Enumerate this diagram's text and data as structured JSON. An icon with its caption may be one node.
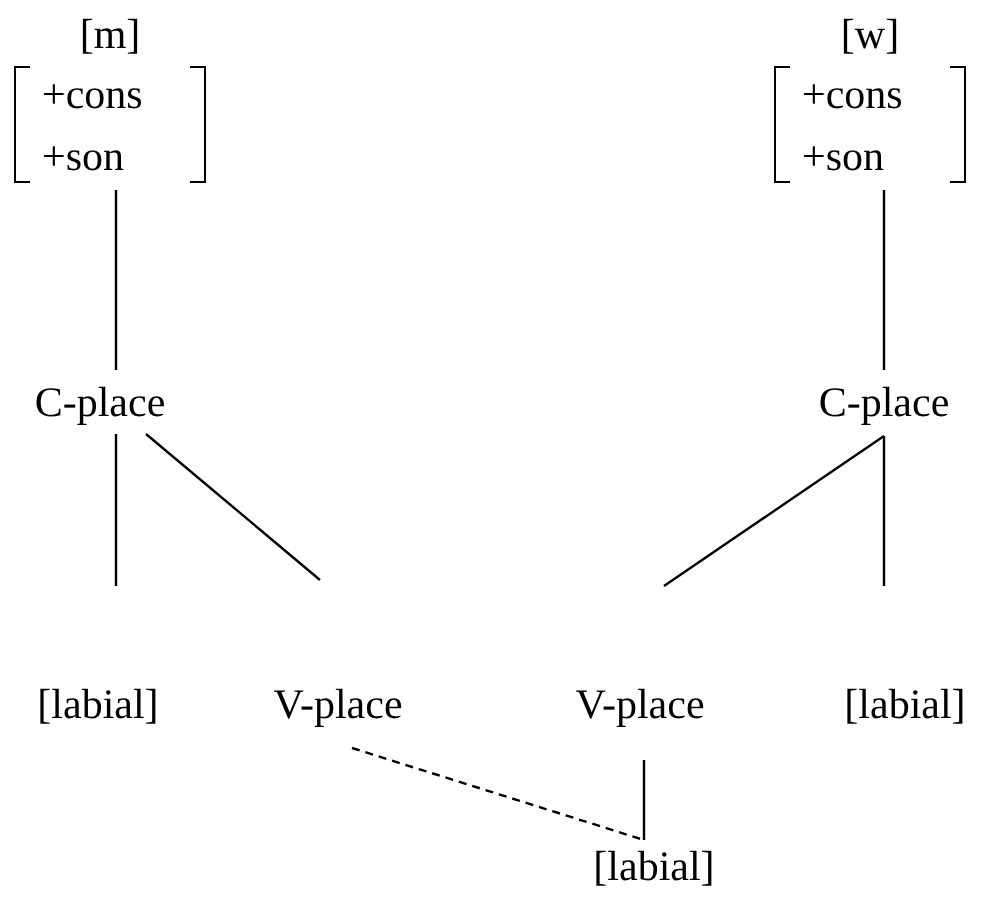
{
  "diagram": {
    "nodes": [
      {
        "text": [
          "[m]",
          "+cons",
          "+son"
        ]
      },
      {
        "text": [
          "[w]",
          "+cons",
          "+son"
        ]
      },
      {
        "text": [
          "C-place"
        ]
      },
      {
        "text": [
          "C-place"
        ]
      },
      {
        "text": [
          "[labial]"
        ]
      },
      {
        "text": [
          "V-place"
        ]
      },
      {
        "text": [
          "V-place"
        ]
      },
      {
        "text": [
          "[labial]"
        ]
      },
      {
        "text": [
          "[labial]"
        ]
      }
    ],
    "edges": [
      {
        "from": 0,
        "to": 2,
        "arrow": "none"
      },
      {
        "from": 1,
        "to": 3,
        "arrow": "none"
      },
      {
        "from": 2,
        "to": 4,
        "arrow": "none"
      },
      {
        "from": 2,
        "to": 5,
        "arrow": "none"
      },
      {
        "from": 3,
        "to": 6,
        "arrow": "none"
      },
      {
        "from": 3,
        "to": 7,
        "arrow": "none"
      },
      {
        "from": 6,
        "to": 8,
        "arrow": "none"
      },
      {
        "from": 5,
        "to": 8,
        "arrow": "none",
        "style": "dashed"
      }
    ]
  }
}
